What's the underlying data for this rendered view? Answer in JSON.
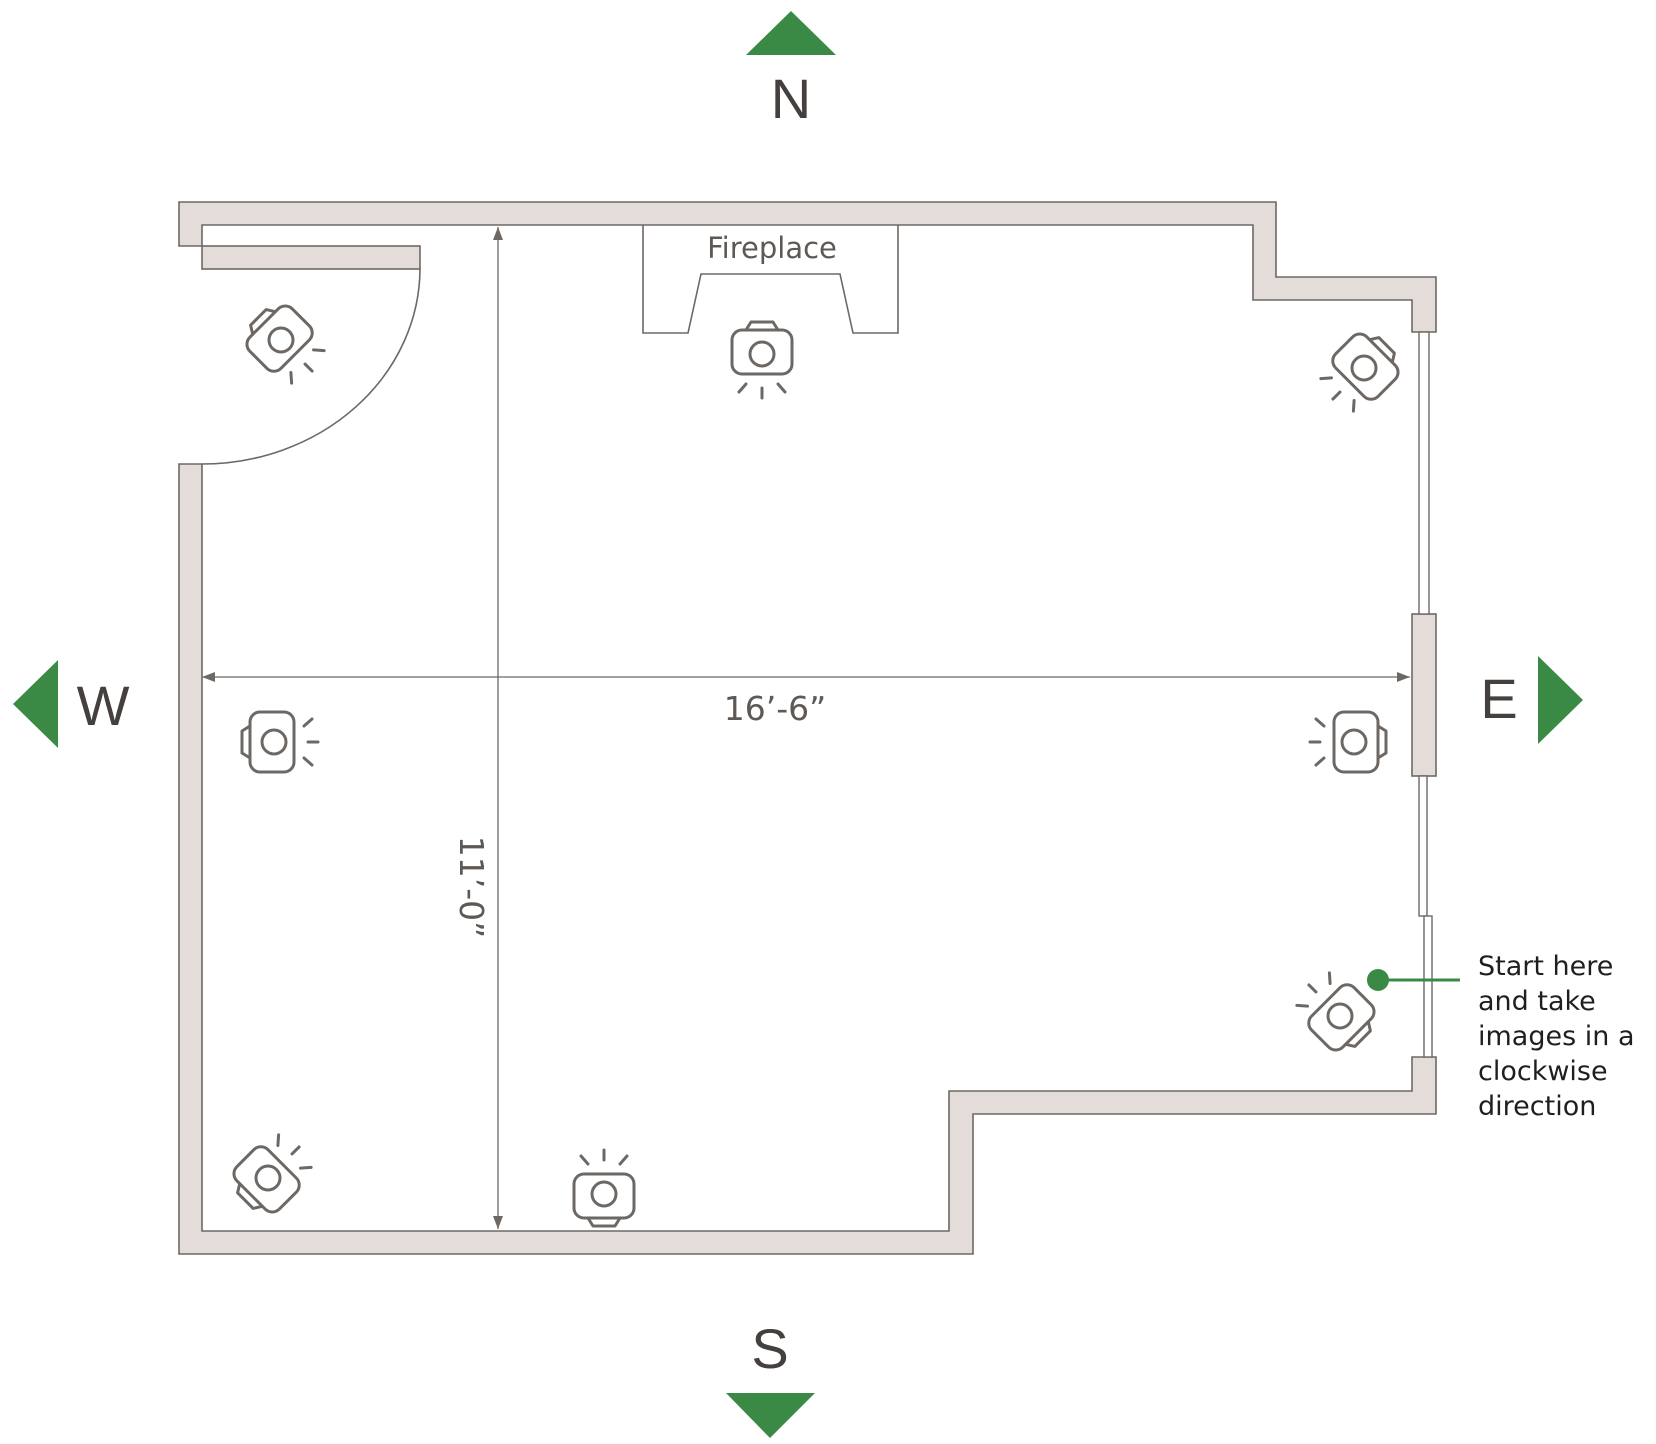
{
  "compass": {
    "north": "N",
    "south": "S",
    "east": "E",
    "west": "W"
  },
  "labels": {
    "fireplace": "Fireplace",
    "width": "16’-6”",
    "length": "11’-0”"
  },
  "note": {
    "lines": [
      "Start here",
      "and take",
      "images in a",
      "clockwise",
      "direction"
    ]
  },
  "colors": {
    "accent": "#3a8a45",
    "wall_fill": "#e3dcd8",
    "line": "#6e6864"
  },
  "camera_icon": "camera-icon",
  "camera_count": 8
}
